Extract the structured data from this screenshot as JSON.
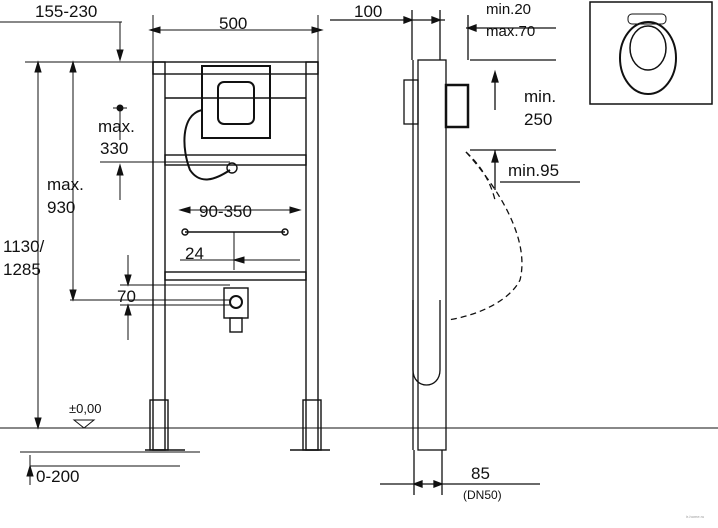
{
  "dimensions": {
    "top_offset": "155-230",
    "frame_width": "500",
    "depth": "100",
    "adjust_min": "min.20",
    "adjust_max": "max.70",
    "pipe_max_label": "max.",
    "pipe_max_value": "330",
    "height_max_label": "max.",
    "height_max_value": "930",
    "total_height_a": "1130/",
    "total_height_b": "1285",
    "bracket_spacing": "90-350",
    "offset_24": "24",
    "offset_70": "70",
    "floor_level": "±0,00",
    "floor_range": "0-200",
    "side_min_label": "min.",
    "side_min_value": "250",
    "side_min_95": "min.95",
    "outlet_size": "85",
    "outlet_dn": "(DN50)"
  },
  "watermark": "ir-home.ru"
}
